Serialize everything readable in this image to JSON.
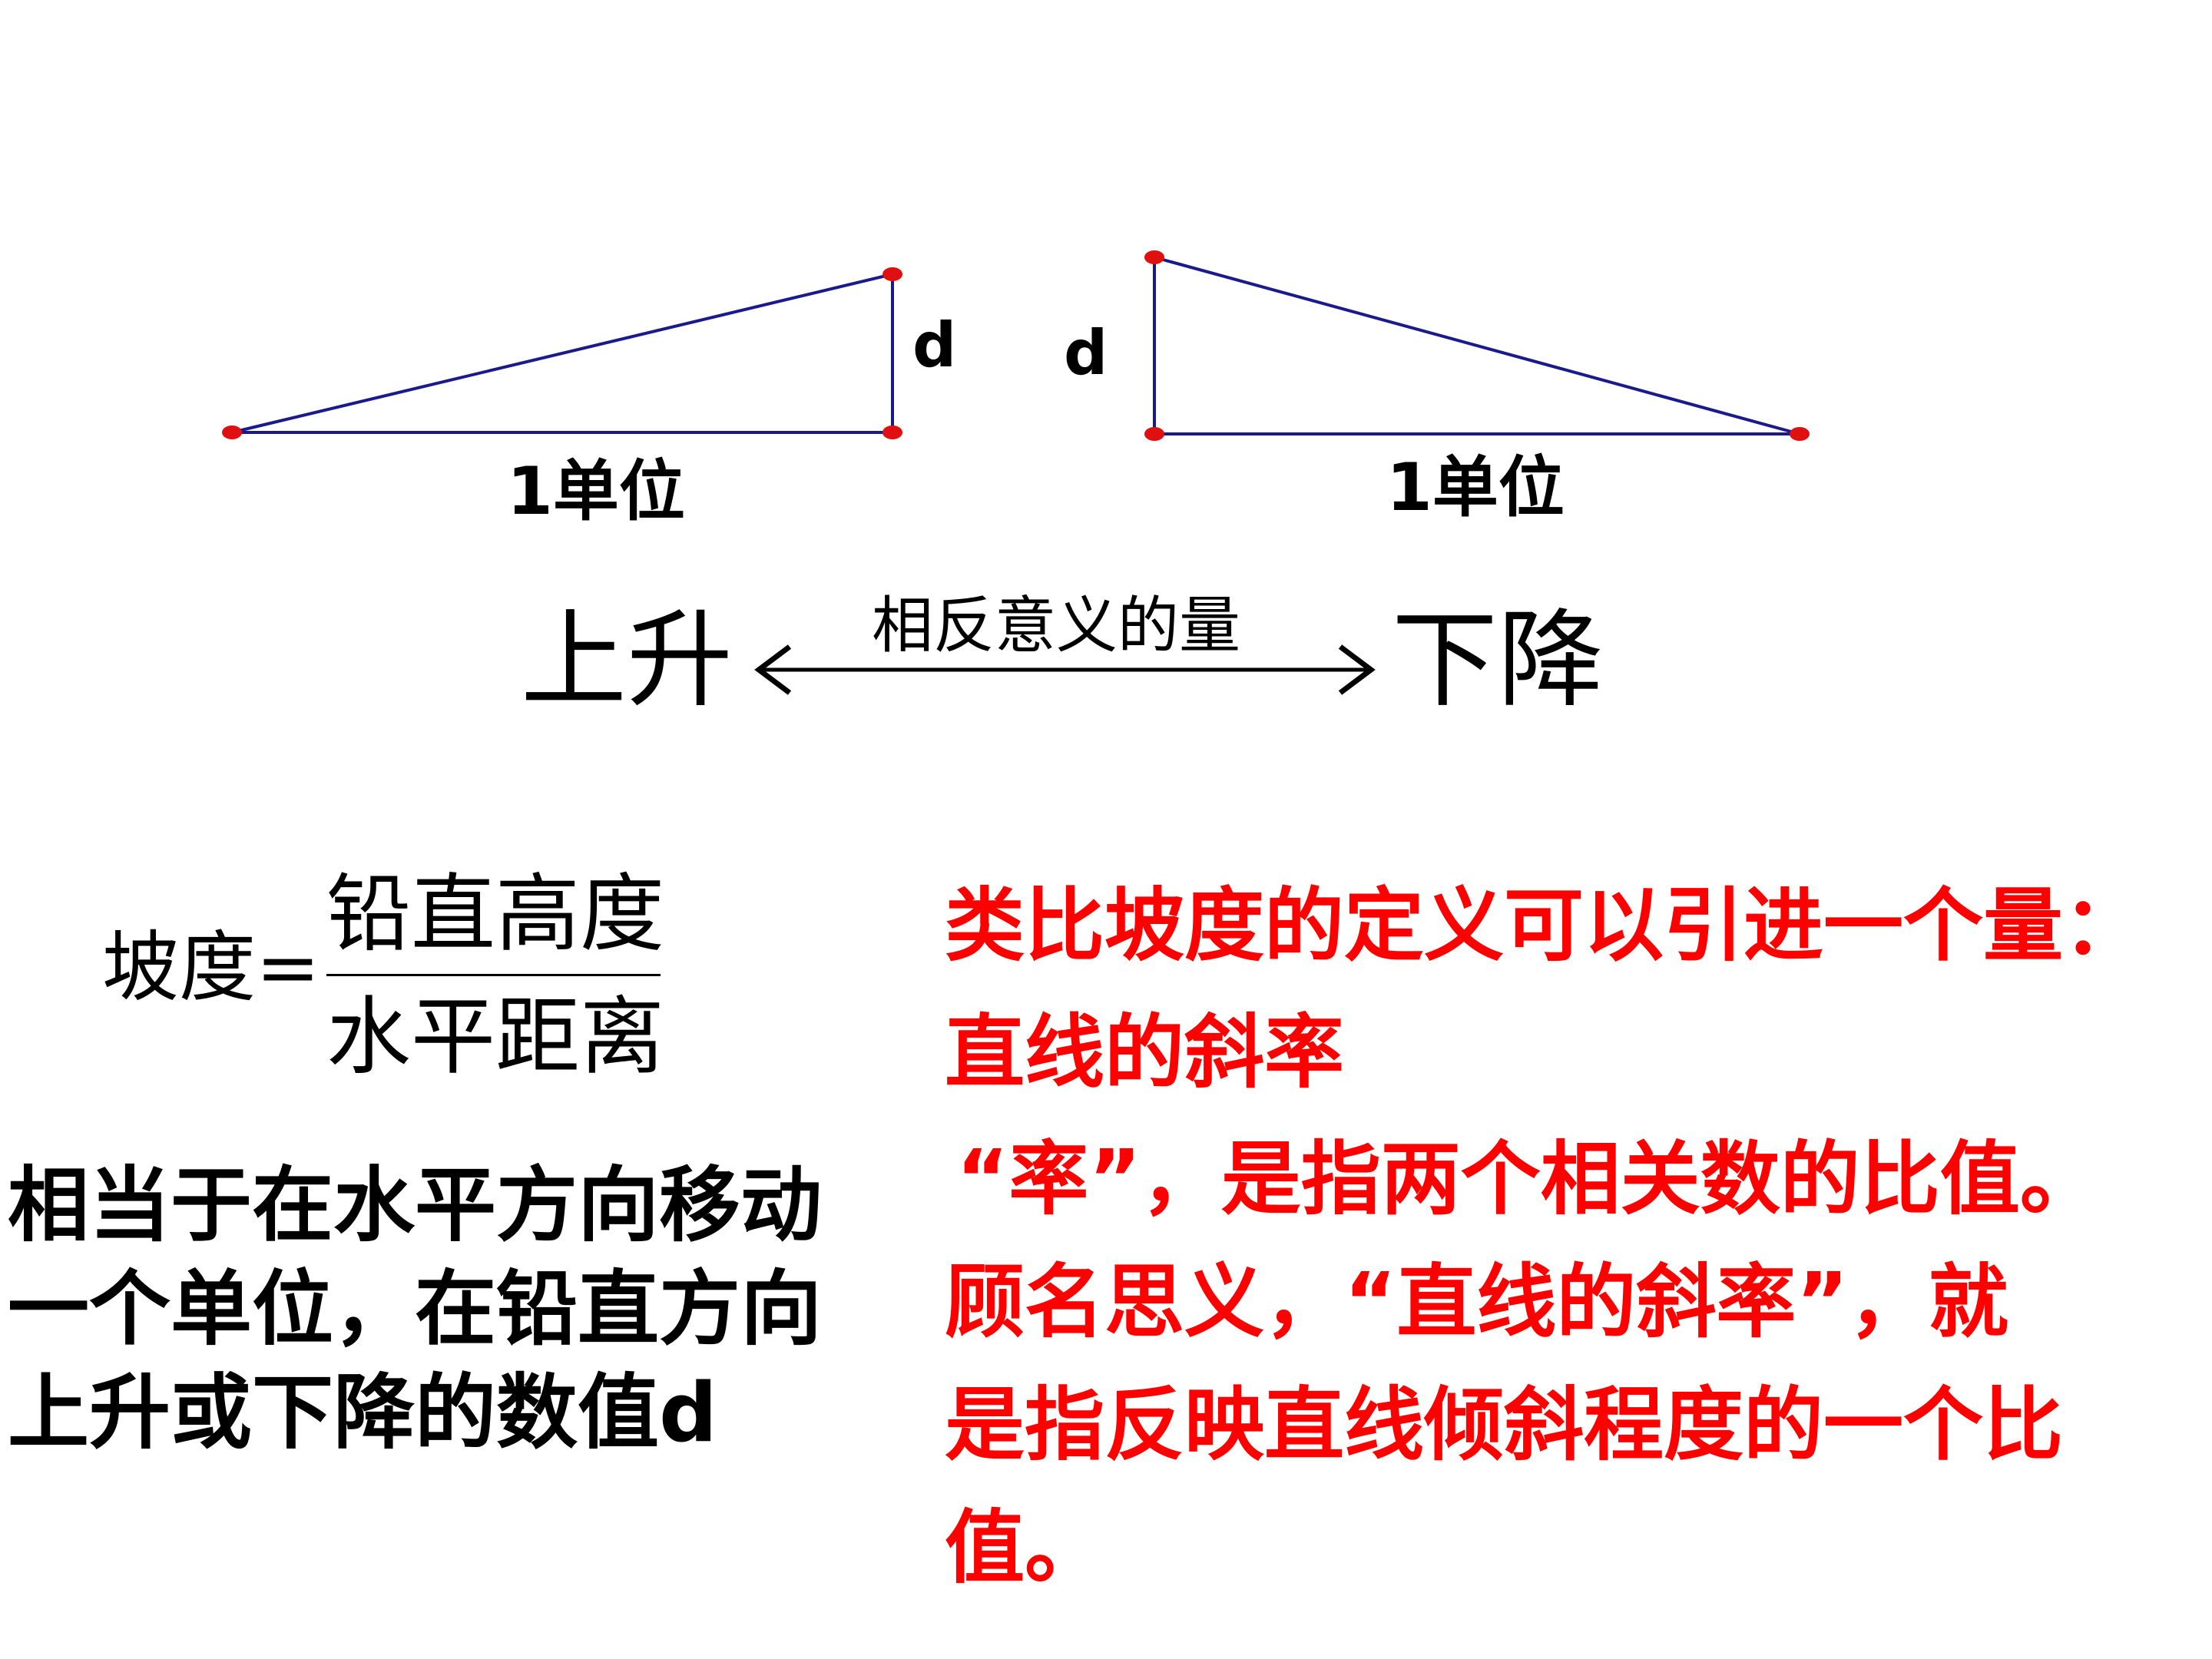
{
  "colors": {
    "line": "#1a1a8c",
    "point": "#e01010",
    "emphasis": "#ff0000",
    "text": "#000000"
  },
  "diagram": {
    "left": {
      "height_label": "d",
      "base_label": "1单位"
    },
    "right": {
      "height_label": "d",
      "base_label": "1单位"
    },
    "rise": "上升",
    "arrow_label": "相反意义的量",
    "fall": "下降"
  },
  "formula": {
    "lhs": "坡度=",
    "numerator": "铅直高度",
    "denominator": "水平距离"
  },
  "explanation": [
    "相当于在水平方向移动",
    "一个单位，在铅直方向",
    "上升或下降的数值d"
  ],
  "definition": [
    "类比坡度的定义可以引进一个量：",
    "直线的斜率",
    "“率”，是指两个相关数的比值。",
    "顾名思义，“直线的斜率”，就",
    "是指反映直线倾斜程度的一个比",
    "值。"
  ]
}
